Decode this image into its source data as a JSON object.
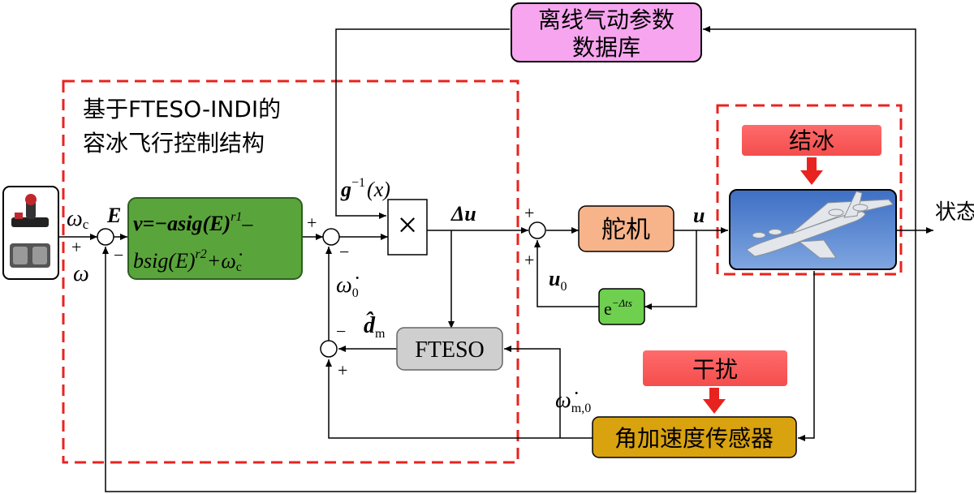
{
  "database_line1": "离线气动参数",
  "database_line2": "数据库",
  "structure_line1": "基于FTESO-INDI的",
  "structure_line2": "容冰飞行控制结构",
  "g_inv": "g",
  "g_inv_sup": "−1",
  "g_inv_arg": "(x)",
  "omega_c": "ω",
  "omega_c_sub": "c",
  "E_label": "E",
  "plus_sign": "+",
  "minus_sign": "−",
  "omega_label": "ω",
  "ctrl_line1": "v=−asig(E)",
  "ctrl_line1_sup": "r1",
  "ctrl_line2": "bsig(E)",
  "ctrl_line2_sup": "r2",
  "ctrl_line2_tail": "+ω̇",
  "ctrl_line2_sub": "c",
  "multiply_symbol": "×",
  "delta_u": "Δu",
  "omega0_dot": "ω̇",
  "omega0_sub": "0",
  "dm_hat": "d̂",
  "dm_sub": "m",
  "fteso_label": "FTESO",
  "servo_label": "舵机",
  "u_label": "u",
  "u0_label": "u",
  "u0_sub": "0",
  "delay_base": "e",
  "delay_sup": "−Δts",
  "icing_label": "结冰",
  "state_label": "状态",
  "disturbance_label": "干扰",
  "omega_m0": "ω̇",
  "omega_m0_sub": "m,0",
  "sensor_label": "角加速度传感器"
}
